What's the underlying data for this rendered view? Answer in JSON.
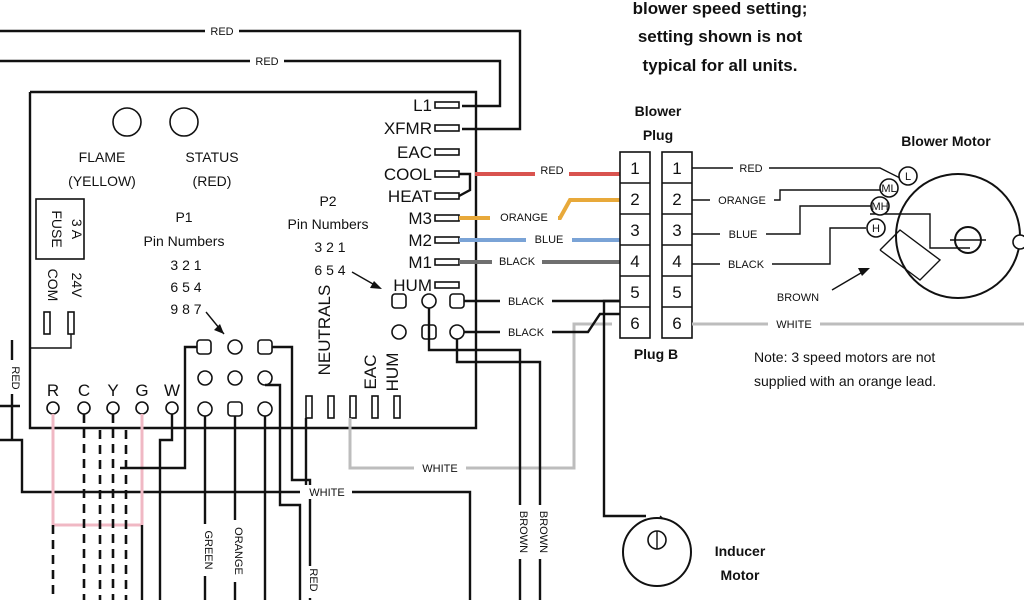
{
  "header_note": [
    "blower speed setting;",
    "setting shown is not",
    "typical for all units."
  ],
  "board": {
    "flame_label": "FLAME",
    "flame_sub": "(YELLOW)",
    "status_label": "STATUS",
    "status_sub": "(RED)",
    "fuse_label": "FUSE",
    "fuse_rating": "3 A",
    "com_label": "COM",
    "v24_label": "24V",
    "p1_title": "P1",
    "p1_sub": "Pin Numbers",
    "p1_rows": [
      "3 2 1",
      "6 5 4",
      "9 8 7"
    ],
    "p2_title": "P2",
    "p2_sub": "Pin Numbers",
    "p2_rows": [
      "3 2 1",
      "6 5 4"
    ],
    "terminals": [
      "L1",
      "XFMR",
      "EAC",
      "COOL",
      "HEAT",
      "M3",
      "M2",
      "M1",
      "HUM"
    ],
    "thermostat": [
      "R",
      "C",
      "Y",
      "G",
      "W"
    ],
    "neutrals": "NEUTRALS",
    "eac_bottom": "EAC",
    "hum_bottom": "HUM"
  },
  "wires": {
    "red": "RED",
    "orange": "ORANGE",
    "blue": "BLUE",
    "black": "BLACK",
    "white": "WHITE",
    "brown": "BROWN",
    "green": "GREEN"
  },
  "blower_plug": {
    "title_1": "Blower",
    "title_2": "Plug",
    "pins": [
      "1",
      "2",
      "3",
      "4",
      "5",
      "6"
    ],
    "plug_b": "Plug B"
  },
  "blower_motor": {
    "title": "Blower Motor",
    "taps": [
      "L",
      "ML",
      "MH",
      "H"
    ],
    "brown_label": "BROWN"
  },
  "motor_note": [
    "Note: 3 speed motors are not",
    "supplied with an orange lead."
  ],
  "inducer": [
    "Inducer",
    "Motor"
  ],
  "colors": {
    "red": "#d9534f",
    "orange": "#e8a93a",
    "blue": "#7aa3d6",
    "grey": "#6f6f6f",
    "pink": "#f0b8c4"
  }
}
